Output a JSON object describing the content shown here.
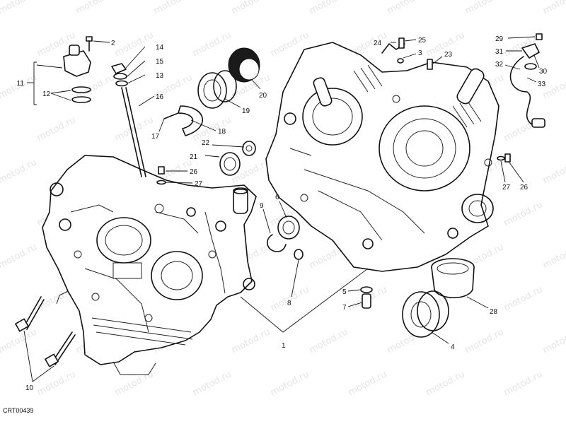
{
  "diagram_code": "CRT00439",
  "watermark_text": "motod.ru",
  "colors": {
    "line": "#111111",
    "background": "#ffffff",
    "watermark": "#cfcfcf",
    "seal": "#1a1a1a"
  },
  "callouts": [
    {
      "id": "c2",
      "label": "2"
    },
    {
      "id": "c14",
      "label": "14"
    },
    {
      "id": "c15",
      "label": "15"
    },
    {
      "id": "c13",
      "label": "13"
    },
    {
      "id": "c11",
      "label": "11"
    },
    {
      "id": "c12",
      "label": "12"
    },
    {
      "id": "c16",
      "label": "16"
    },
    {
      "id": "c17",
      "label": "17"
    },
    {
      "id": "c18",
      "label": "18"
    },
    {
      "id": "c19",
      "label": "19"
    },
    {
      "id": "c20",
      "label": "20"
    },
    {
      "id": "c21",
      "label": "21"
    },
    {
      "id": "c22",
      "label": "22"
    },
    {
      "id": "c26a",
      "label": "26"
    },
    {
      "id": "c27a",
      "label": "27"
    },
    {
      "id": "c24",
      "label": "24"
    },
    {
      "id": "c25",
      "label": "25"
    },
    {
      "id": "c3",
      "label": "3"
    },
    {
      "id": "c23",
      "label": "23"
    },
    {
      "id": "c29",
      "label": "29"
    },
    {
      "id": "c31",
      "label": "31"
    },
    {
      "id": "c32",
      "label": "32"
    },
    {
      "id": "c30",
      "label": "30"
    },
    {
      "id": "c33",
      "label": "33"
    },
    {
      "id": "c27b",
      "label": "27"
    },
    {
      "id": "c26b",
      "label": "26"
    },
    {
      "id": "c6",
      "label": "6"
    },
    {
      "id": "c9",
      "label": "9"
    },
    {
      "id": "c8",
      "label": "8"
    },
    {
      "id": "c5",
      "label": "5"
    },
    {
      "id": "c7",
      "label": "7"
    },
    {
      "id": "c28",
      "label": "28"
    },
    {
      "id": "c4",
      "label": "4"
    },
    {
      "id": "c1",
      "label": "1"
    },
    {
      "id": "c10",
      "label": "10"
    }
  ]
}
